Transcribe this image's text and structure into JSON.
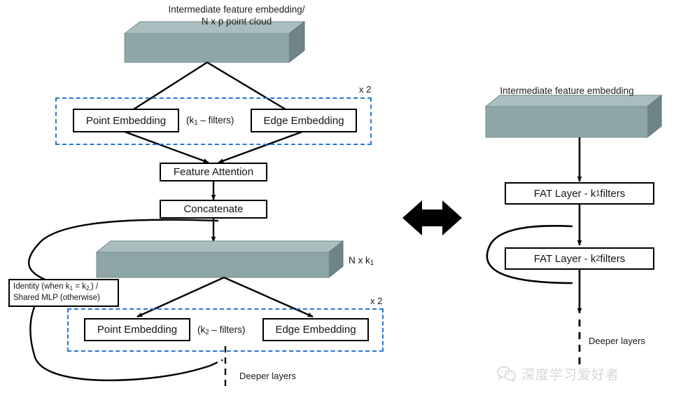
{
  "diagram": {
    "title_left": "Intermediate feature embedding/\nN x p point cloud",
    "left_panel": {
      "top_caption_line1": "Intermediate feature embedding/",
      "top_caption_line2": "N x p point cloud",
      "block1": {
        "repeat_label": "x 2",
        "point_embedding": "Point Embedding",
        "filters_label": "(k₁ – filters)",
        "edge_embedding": "Edge Embedding"
      },
      "feature_attention": "Feature Attention",
      "concatenate": "Concatenate",
      "mid_tensor_label": "N x k₁",
      "residual_note_line1": "Identity (when k₁ = k₂,) /",
      "residual_note_line2": "Shared MLP (otherwise)",
      "block2": {
        "repeat_label": "x 2",
        "point_embedding": "Point Embedding",
        "filters_label": "(k₂ – filters)",
        "edge_embedding": "Edge Embedding"
      },
      "deeper_layers": "Deeper layers"
    },
    "equivalence_symbol": "double-headed-arrow",
    "right_panel": {
      "top_caption": "Intermediate feature embedding",
      "fat_layer_1": "FAT Layer - k₁ filters",
      "fat_layer_2": "FAT Layer - k₂ filters",
      "deeper_layers": "Deeper layers"
    },
    "watermark": {
      "text": "深度学习爱好者",
      "icon": "wechat-icon"
    },
    "colors": {
      "cube_front": "#8fa6a8",
      "cube_top": "#aabebf",
      "cube_side": "#6e8486",
      "dashed_border": "#2a76d2",
      "stroke": "#000000",
      "background": "#ffffff"
    }
  }
}
